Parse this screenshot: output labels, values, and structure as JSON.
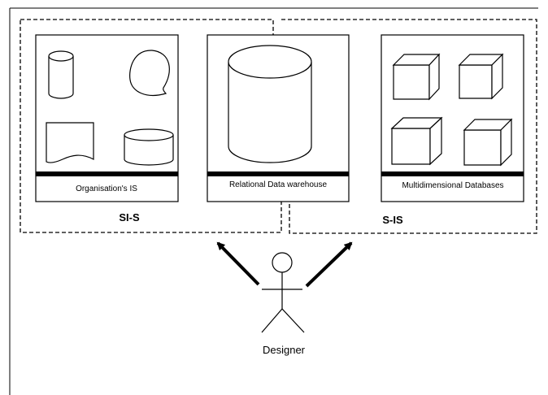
{
  "diagram": {
    "panels": {
      "organisation_is": {
        "label": "Organisation's IS"
      },
      "relational_dw": {
        "label": "Relational Data warehouse"
      },
      "multidimensional_db": {
        "label": "Multidimensional Databases"
      }
    },
    "regions": {
      "si_s": {
        "label": "SI-S"
      },
      "s_is": {
        "label": "S-IS"
      }
    },
    "actor": {
      "label": "Designer"
    },
    "colors": {
      "stroke": "#000000",
      "background": "#ffffff"
    }
  }
}
